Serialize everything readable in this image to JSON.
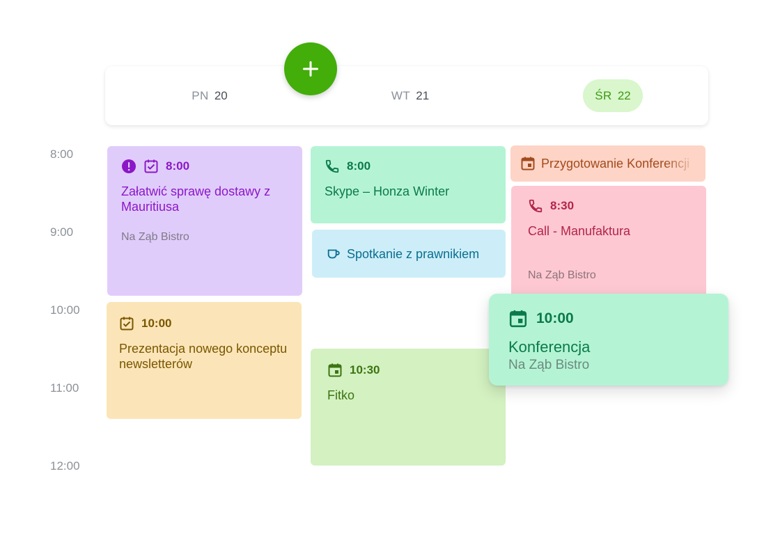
{
  "days": [
    {
      "abbr": "PN",
      "num": "20"
    },
    {
      "abbr": "WT",
      "num": "21"
    },
    {
      "abbr": "ŚR",
      "num": "22",
      "active": true
    }
  ],
  "times": [
    "8:00",
    "9:00",
    "10:00",
    "11:00",
    "12:00"
  ],
  "events": {
    "mon_1": {
      "time": "8:00",
      "title": "Załatwić sprawę dostawy z Mauritiusa",
      "location": "Na Ząb Bistro"
    },
    "mon_2": {
      "time": "10:00",
      "title": "Prezentacja nowego konceptu newsletterów"
    },
    "tue_1": {
      "time": "8:00",
      "title": "Skype – Honza Winter"
    },
    "tue_2": {
      "title": "Spotkanie z prawnikiem"
    },
    "tue_3": {
      "time": "10:30",
      "title": "Fitko"
    },
    "wed_1": {
      "title": "Przygotowanie Konferencji"
    },
    "wed_2": {
      "time": "8:30",
      "title": "Call - Manufaktura",
      "location": "Na Ząb Bistro"
    }
  },
  "popup": {
    "time": "10:00",
    "title": "Konferencja",
    "location": "Na Ząb Bistro"
  },
  "colors": {
    "accent": "#43ad0a",
    "purple": "#e0ccfb",
    "yellow": "#fbe5b8",
    "mint": "#b4f4d5",
    "sky": "#cdeef9",
    "lime": "#d3f1c1",
    "salmon": "#fed4c6",
    "pink": "#fdc8d2"
  },
  "icons": {
    "fab": "plus-icon",
    "alert": "exclamation-circle-icon",
    "task": "checkbox-clipboard-icon",
    "call": "phone-icon",
    "coffee": "coffee-cup-icon",
    "event": "calendar-icon"
  }
}
